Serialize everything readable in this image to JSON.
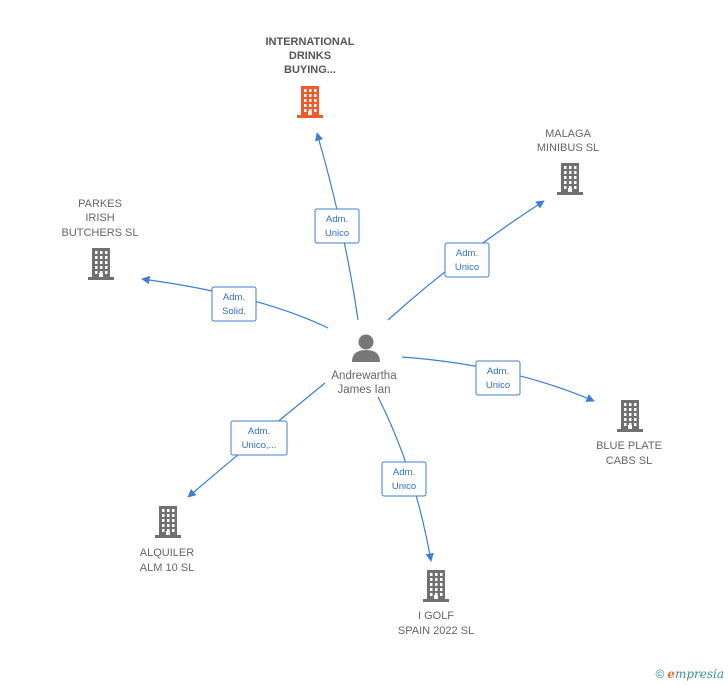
{
  "person": {
    "label_lines": [
      "Andrewartha",
      "James Ian"
    ]
  },
  "companies": [
    {
      "id": "intl",
      "label_lines": [
        "INTERNATIONAL",
        "DRINKS",
        "BUYING..."
      ],
      "highlight": true,
      "role_lines": [
        "Adm.",
        "Unico"
      ]
    },
    {
      "id": "malaga",
      "label_lines": [
        "MALAGA",
        "MINIBUS SL"
      ],
      "highlight": false,
      "role_lines": [
        "Adm.",
        "Unico"
      ]
    },
    {
      "id": "parkes",
      "label_lines": [
        "PARKES",
        "IRISH",
        "BUTCHERS  SL"
      ],
      "highlight": false,
      "role_lines": [
        "Adm.",
        "Solid."
      ]
    },
    {
      "id": "blueplate",
      "label_lines": [
        "BLUE PLATE",
        "CABS  SL"
      ],
      "highlight": false,
      "role_lines": [
        "Adm.",
        "Unico"
      ]
    },
    {
      "id": "alquiler",
      "label_lines": [
        "ALQUILER",
        "ALM 10  SL"
      ],
      "highlight": false,
      "role_lines": [
        "Adm.",
        "Unico,..."
      ]
    },
    {
      "id": "igolf",
      "label_lines": [
        "I GOLF",
        "SPAIN 2022  SL"
      ],
      "highlight": false,
      "role_lines": [
        "Adm.",
        "Unico"
      ]
    }
  ],
  "colors": {
    "edge": "#3b7fd4",
    "building": "#707070",
    "building_highlight": "#f05a28",
    "person": "#777777"
  },
  "footer": {
    "copyright": "©",
    "brand_first": "e",
    "brand_rest": "mpresia"
  }
}
